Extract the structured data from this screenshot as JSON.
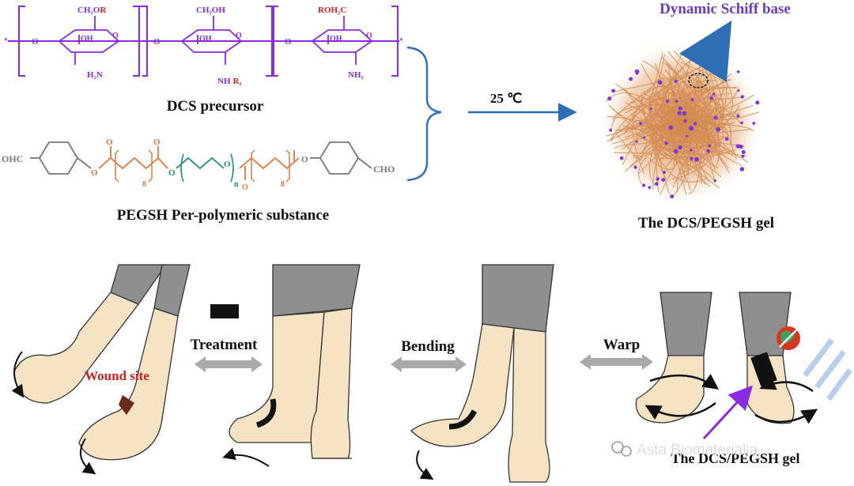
{
  "scheme": {
    "dcs_label": "DCS precursor",
    "pegsh_label": "PEGSH Per-polymeric substance",
    "condition": "25 ℃",
    "schiff_label": "Dynamic Schiff base",
    "gel_label": "The DCS/PEGSH gel",
    "units": {
      "u1_top": "CH₂OR",
      "u1_top_a": "CH₂O",
      "u1_top_b": "R",
      "u1_oh": "OH",
      "u1_bottom": "H₂N",
      "u2_top": "CH₂OH",
      "u2_oh": "OH",
      "u2_bottom_a": "NH",
      "u2_bottom_b": "R₁",
      "u3_top_a": "ROH₂C",
      "u3_oh": "OH",
      "u3_bottom": "NH₂",
      "ring_o": "O",
      "link_o": "O",
      "star": "*"
    },
    "pegsh": {
      "left_end": "OHC",
      "right_end": "CHO",
      "o1": "O",
      "o2": "O",
      "o3": "O",
      "o4": "O",
      "o5": "O",
      "o6": "O",
      "o7": "O",
      "sub8a": "8",
      "sub8b": "8",
      "subn": "n"
    }
  },
  "application": {
    "wound_label": "Wound site",
    "treatment_label": "Treatment",
    "bending_label": "Bending",
    "warp_label": "Warp",
    "gel_label_bottom": "The DCS/PEGSH gel",
    "watermark": "Asta Biomaterialia"
  },
  "colors": {
    "chain": "#8a2be2",
    "red": "#d21e1e",
    "orange": "#e07a3a",
    "teal": "#1f8a8a",
    "gray": "#9a9a9a",
    "blue_arrow": "#2f6eb5",
    "skin": "#f6e3c4",
    "pants": "#8f8f8f",
    "dark": "#111111"
  }
}
